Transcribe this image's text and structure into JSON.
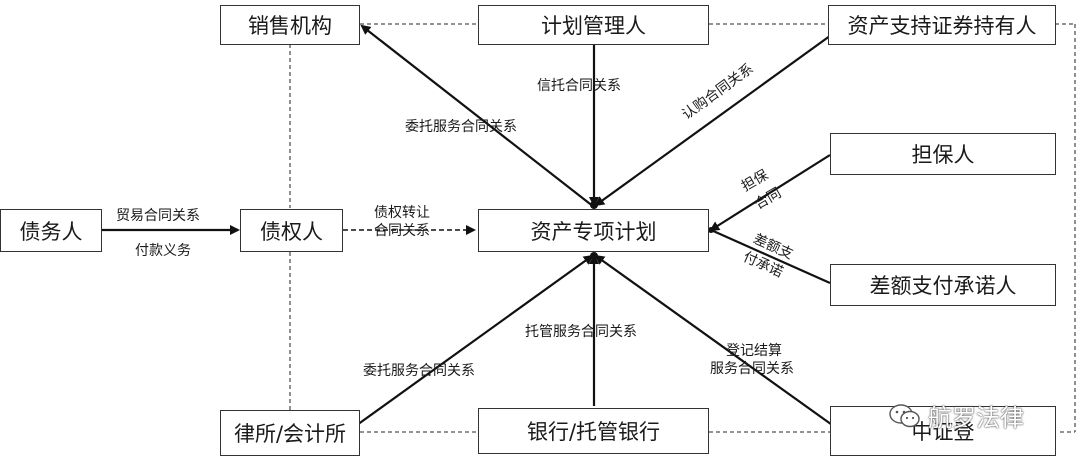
{
  "nodes": {
    "sales": "销售机构",
    "manager": "计划管理人",
    "holder": "资产支持证券持有人",
    "guarantor": "担保人",
    "debtor": "债务人",
    "creditor": "债权人",
    "plan": "资产专项计划",
    "shortfall": "差额支付承诺人",
    "law_accounting": "律所/会计所",
    "bank": "银行/托管银行",
    "csdc": "中证登"
  },
  "edges": {
    "trade_1": "贸易合同关系",
    "trade_2": "付款义务",
    "transfer_1": "债权转让",
    "transfer_2": "合同关系",
    "trust": "信托合同关系",
    "entrust_top": "委托服务合同关系",
    "subscribe": "认购合同关系",
    "guarantee_1": "担保",
    "guarantee_2": "合同",
    "shortfall_1": "差额支",
    "shortfall_2": "付承诺",
    "entrust_bottom": "委托服务合同关系",
    "custody": "托管服务合同关系",
    "register_1": "登记结算",
    "register_2": "服务合同关系"
  },
  "watermark": "航罗法律"
}
